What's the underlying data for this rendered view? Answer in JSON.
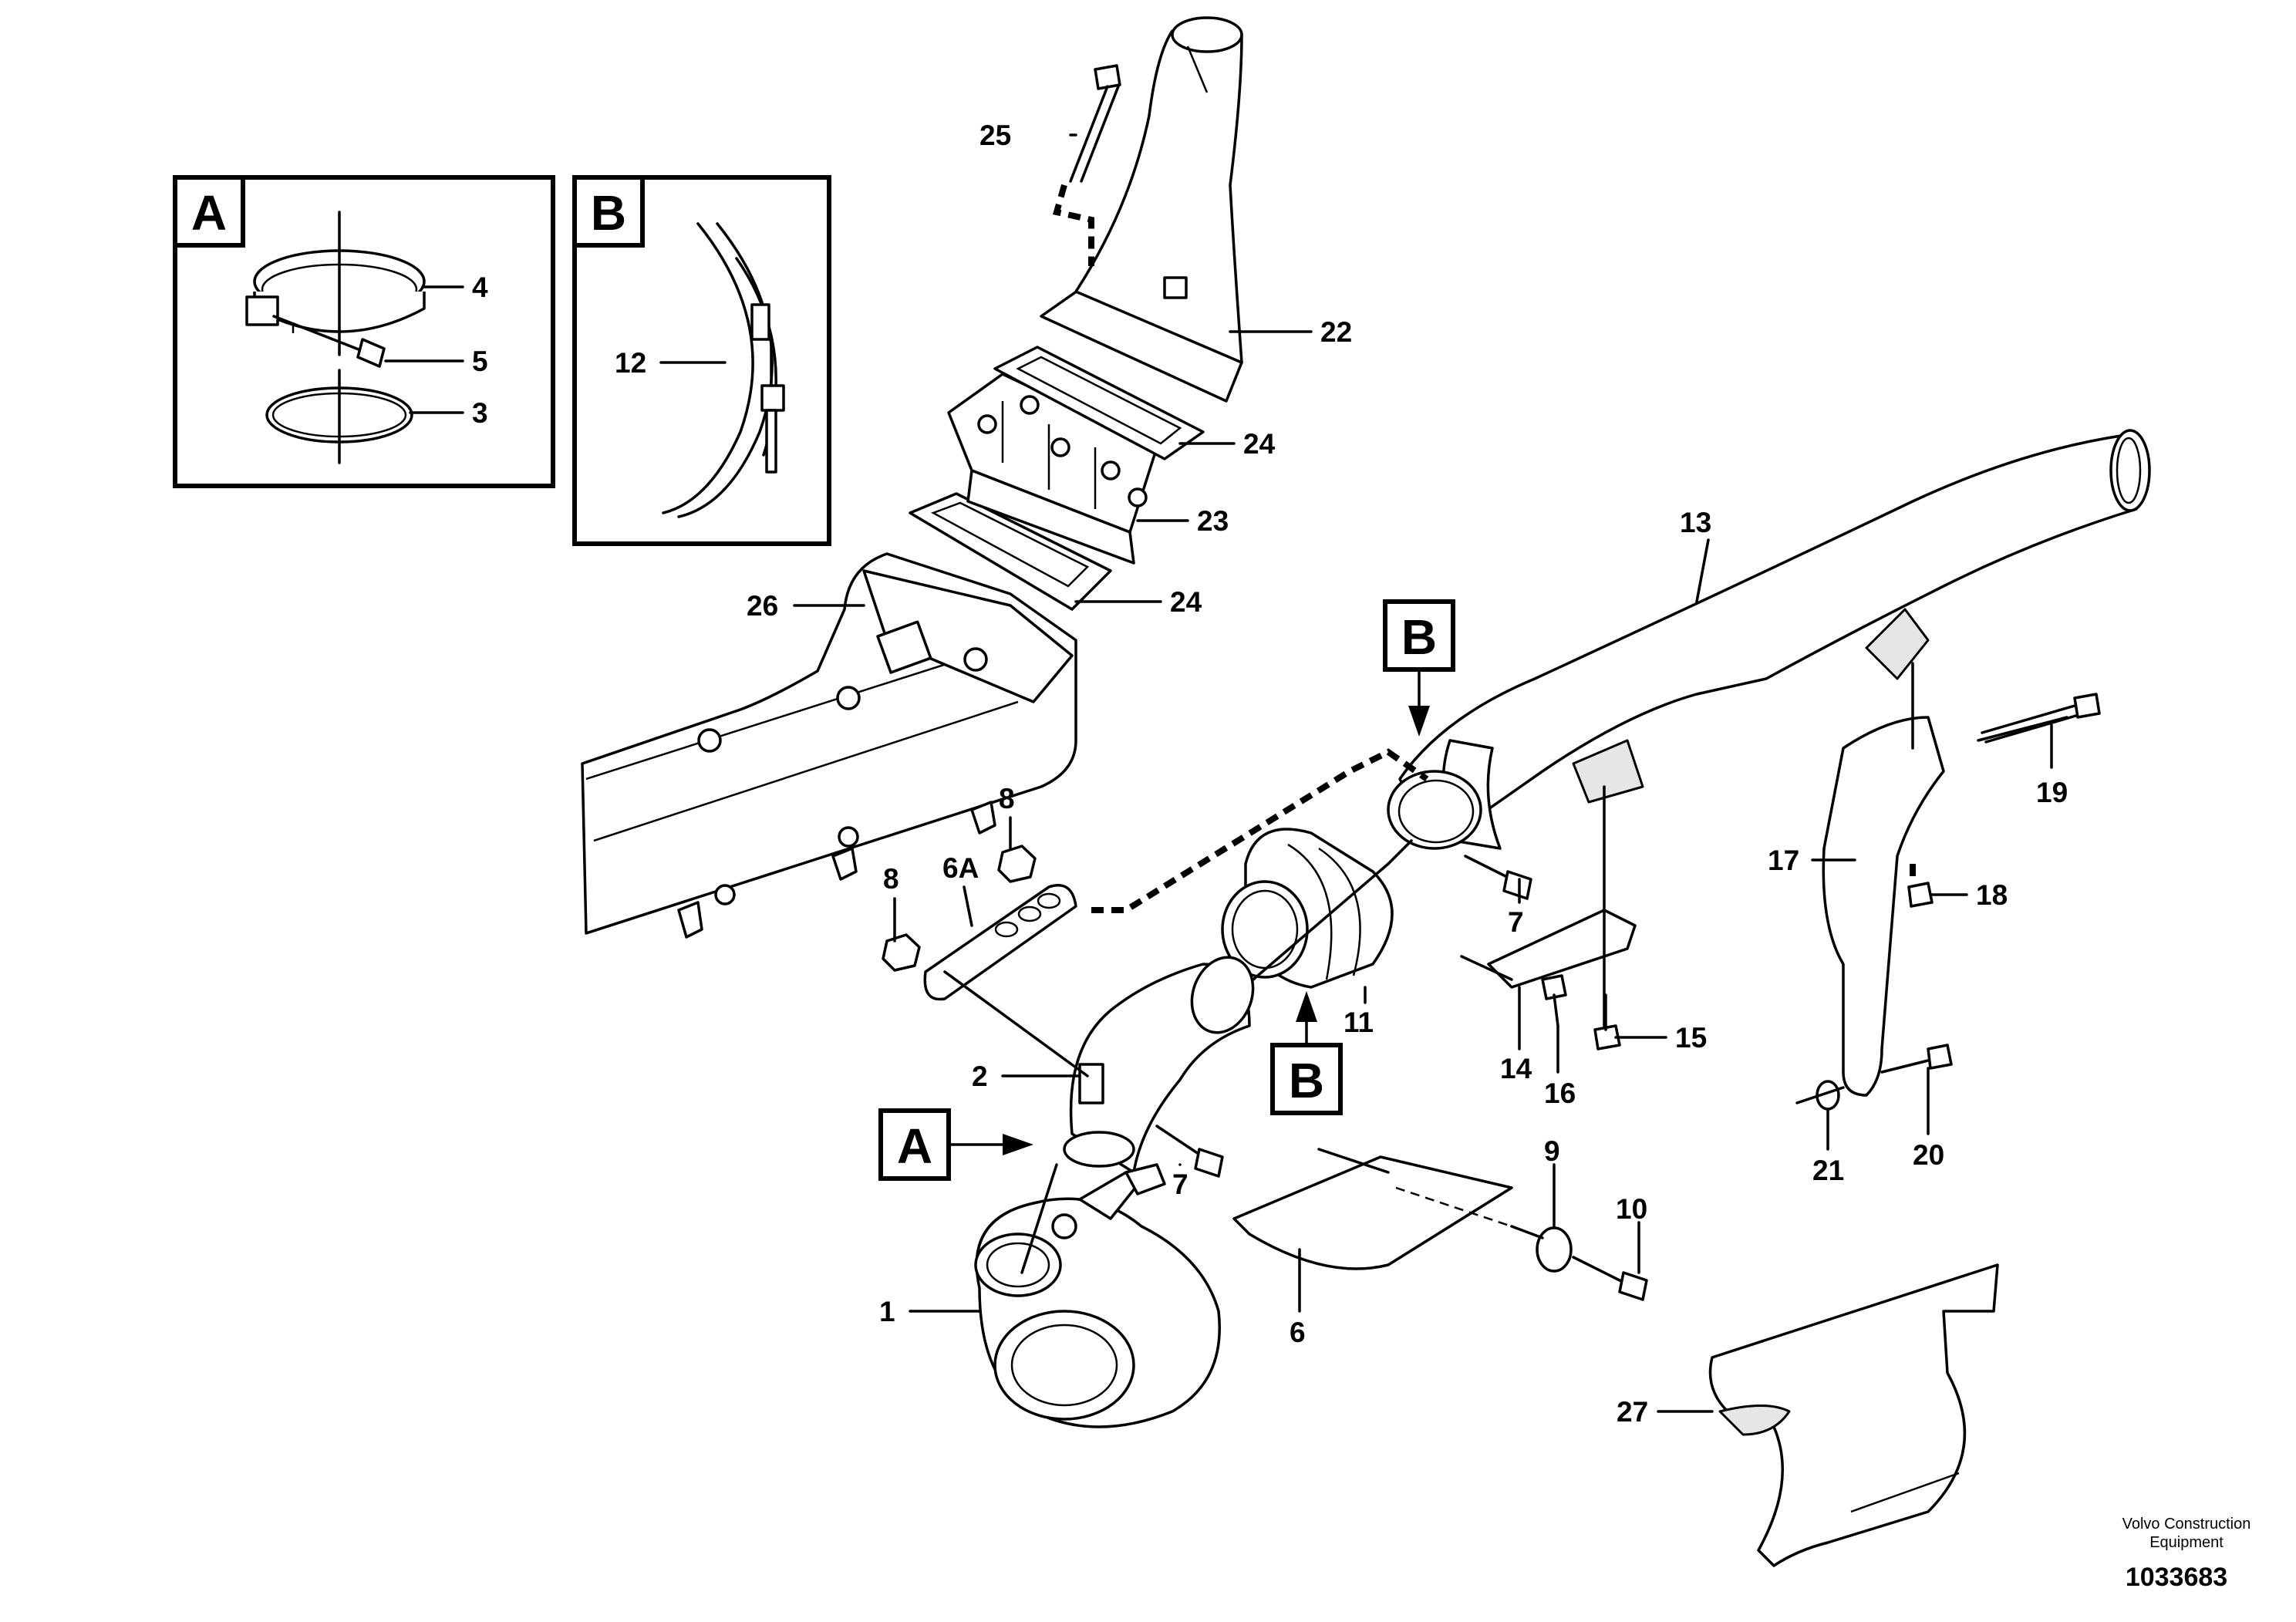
{
  "inset_a": {
    "letter": "A",
    "callouts": [
      "4",
      "5",
      "3"
    ]
  },
  "inset_b": {
    "letter": "B",
    "callouts": [
      "12"
    ]
  },
  "references": {
    "a_pipe": "A",
    "b_hose": "B",
    "b_pipe": "B"
  },
  "callouts": [
    "25",
    "22",
    "24",
    "23",
    "24",
    "26",
    "13",
    "19",
    "17",
    "18",
    "8",
    "8",
    "6A",
    "7",
    "11",
    "14",
    "15",
    "16",
    "2",
    "7",
    "9",
    "10",
    "6",
    "1",
    "20",
    "21",
    "27"
  ],
  "footer": {
    "line1": "Volvo Construction",
    "line2": "Equipment",
    "image_id": "1033683"
  },
  "icons": [
    "turbocharger",
    "exhaust-elbow",
    "bellows-hose",
    "charge-air-pipe",
    "heat-shield",
    "v-clamp",
    "o-ring",
    "bracket",
    "bolt",
    "nut",
    "spacer"
  ],
  "colors": {
    "ink": "#000000",
    "paper": "#ffffff",
    "shade": "#e6e6e6"
  }
}
